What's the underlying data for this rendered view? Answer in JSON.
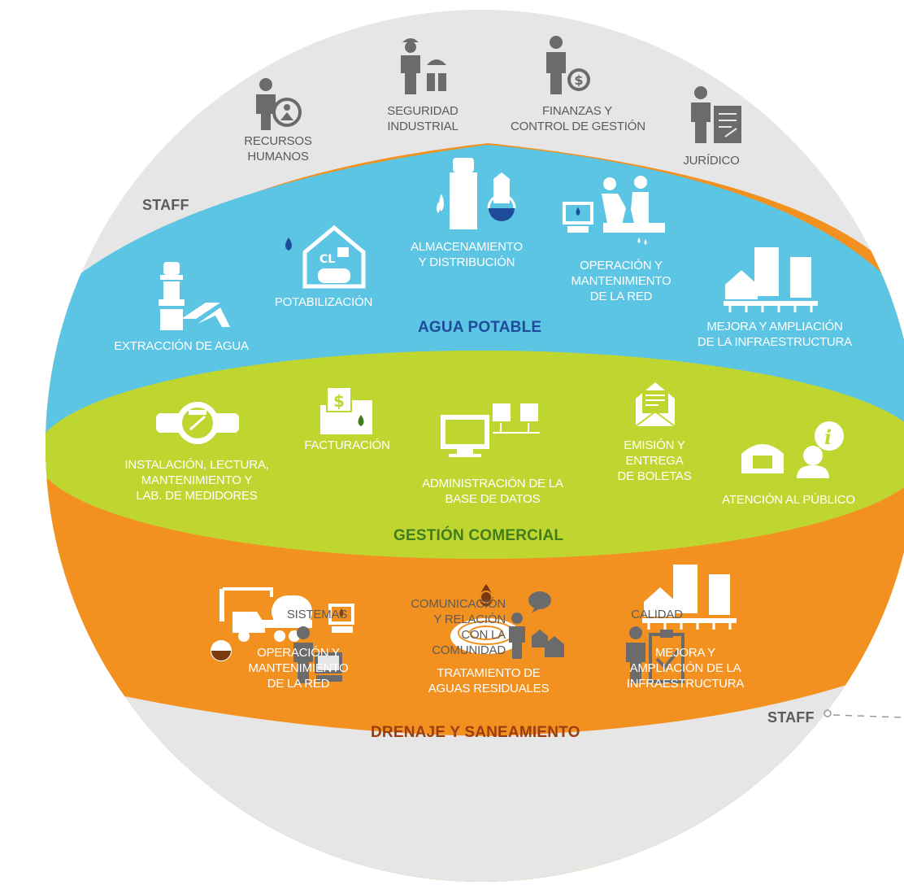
{
  "staff": {
    "label_top": "STAFF",
    "label_bottom": "STAFF",
    "items": {
      "recursos_humanos": "RECURSOS\nHUMANOS",
      "seguridad_industrial": "SEGURIDAD\nINDUSTRIAL",
      "finanzas": "FINANZAS Y\nCONTROL DE GESTIÓN",
      "juridico": "JURÍDICO",
      "sistemas": "SISTEMAS",
      "comunicacion": "COMUNICACIÓN\nY RELACIÓN\nCON LA\nCOMUNIDAD",
      "calidad": "CALIDAD"
    }
  },
  "agua_potable": {
    "title": "AGUA POTABLE",
    "items": {
      "extraccion": "EXTRACCIÓN DE AGUA",
      "potabilizacion": "POTABILIZACIÓN",
      "almacenamiento": "ALMACENAMIENTO\nY DISTRIBUCIÓN",
      "operacion": "OPERACIÓN Y\nMANTENIMIENTO\nDE LA RED",
      "mejora": "MEJORA Y AMPLIACIÓN\nDE LA INFRAESTRUCTURA"
    }
  },
  "gestion_comercial": {
    "title": "GESTIÓN COMERCIAL",
    "items": {
      "medidores": "INSTALACIÓN, LECTURA,\nMANTENIMIENTO Y\nLAB. DE MEDIDORES",
      "facturacion": "FACTURACIÓN",
      "base_datos": "ADMINISTRACIÓN DE LA\nBASE DE DATOS",
      "boletas": "EMISIÓN Y\nENTREGA\nDE BOLETAS",
      "atencion": "ATENCIÓN AL PÚBLICO"
    }
  },
  "drenaje": {
    "title": "DRENAJE Y SANEAMIENTO",
    "items": {
      "operacion": "OPERACIÓN Y\nMANTENIMIENTO\nDE LA RED",
      "tratamiento": "TRATAMIENTO DE\nAGUAS RESIDUALES",
      "mejora": "MEJORA Y\nAMPLIACIÓN DE LA\nINFRAESTRUCTURA"
    }
  },
  "colors": {
    "outer_gray": "#e6e6e7",
    "blue_band": "#5bc5e3",
    "green_band": "#bfd630",
    "orange_band": "#f39120",
    "gray_text": "#5b5b5b",
    "agua_title": "#1e4b9a",
    "gestion_title": "#3f7d1d",
    "drenaje_title": "#9b3d10",
    "icon_gray": "#6b6b6b"
  }
}
